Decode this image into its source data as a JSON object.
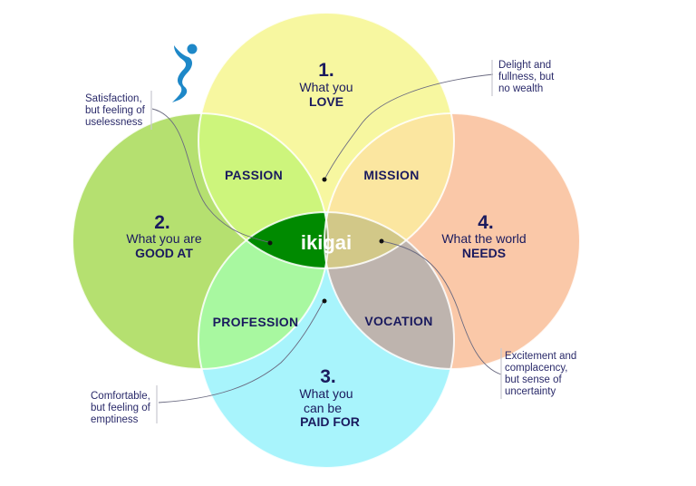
{
  "logo": {
    "icon": "dancing-figure-logo-icon",
    "color": "#1e88c8"
  },
  "circles": [
    {
      "id": "love",
      "number": "1.",
      "line1": "What you",
      "line2": "LOVE",
      "color": "#f7f7a0"
    },
    {
      "id": "good_at",
      "number": "2.",
      "line1": "What you are",
      "line2": "GOOD AT",
      "color": "#b5e070"
    },
    {
      "id": "paid_for",
      "number": "3.",
      "line1": "What you",
      "line1b": "can be",
      "line2": "PAID FOR",
      "color": "#a8f4fc"
    },
    {
      "id": "needs",
      "number": "4.",
      "line1": "What the world",
      "line2": "NEEDS",
      "color": "#fac8a8"
    }
  ],
  "regions": {
    "passion": {
      "label": "PASSION",
      "color": "#cdf57c"
    },
    "mission": {
      "label": "MISSION",
      "color": "#fbe6a0"
    },
    "profession": {
      "label": "PROFESSION",
      "color": "#a8f8a0"
    },
    "vocation": {
      "label": "VOCATION",
      "color": "#beb4ae"
    },
    "love_good_paid": {
      "color": "#008a00"
    },
    "love_good_needs": {
      "color": "#e6d490"
    },
    "love_needs_paid": {
      "color": "#d2c888"
    },
    "good_paid_needs": {
      "color": "#a0c050"
    },
    "center": {
      "label": "ikigai",
      "color": "#6a8a40"
    }
  },
  "notes": {
    "top_left": [
      "Satisfaction,",
      "but feeling of",
      "uselessness"
    ],
    "top_right": [
      "Delight and",
      "fullness, but",
      "no wealth"
    ],
    "bottom_left": [
      "Comfortable,",
      "but feeling of",
      "emptiness"
    ],
    "bottom_right": [
      "Excitement and",
      "complacency,",
      "but sense of",
      "uncertainty"
    ]
  },
  "colors": {
    "text": "#1a1a5e",
    "note_text": "#2a2a6a"
  }
}
